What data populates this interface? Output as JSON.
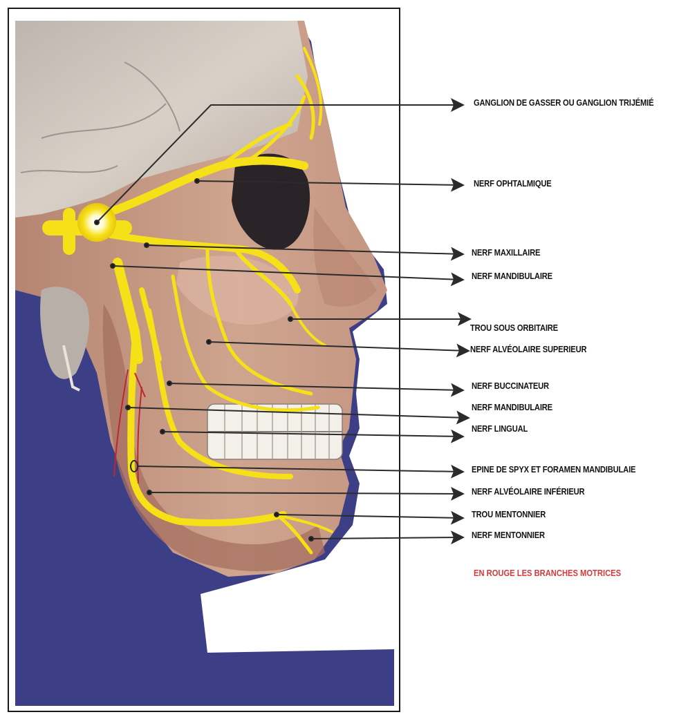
{
  "colors": {
    "skin": "#c99c86",
    "background_panel": "#3c3f86",
    "skull": "#cfc6bd",
    "nerve": "#f6e018",
    "motor_branch": "#c0262d",
    "label_text": "#141414",
    "note_text": "#d43a3a"
  },
  "icons": {
    "arrow": "arrow-right-icon",
    "pointer_dot": "pointer-dot-icon"
  },
  "labels": [
    {
      "key": "ganglion",
      "text": "GANGLION DE GASSER  OU GANGLION TRIJÉMIÉ"
    },
    {
      "key": "ophtalmique",
      "text": "NERF OPHTALMIQUE"
    },
    {
      "key": "maxillaire",
      "text": "NERF MAXILLAIRE"
    },
    {
      "key": "mandibulaire_1",
      "text": "NERF MANDIBULAIRE"
    },
    {
      "key": "trou_sous_orbitaire",
      "text": "TROU SOUS ORBITAIRE"
    },
    {
      "key": "alveolaire_superieur",
      "text": "NERF ALVÉOLAIRE SUPERIEUR"
    },
    {
      "key": "buccinateur",
      "text": "NERF BUCCINATEUR"
    },
    {
      "key": "mandibulaire_2",
      "text": "NERF MANDIBULAIRE"
    },
    {
      "key": "lingual",
      "text": "NERF LINGUAL"
    },
    {
      "key": "epine_spyx",
      "text": "EPINE DE SPYX ET FORAMEN MANDIBULAIE"
    },
    {
      "key": "alveolaire_inferieur",
      "text": "NERF ALVÉOLAIRE INFÉRIEUR"
    },
    {
      "key": "trou_mentonnier",
      "text": "TROU MENTONNIER"
    },
    {
      "key": "nerf_mentonnier",
      "text": "NERF MENTONNIER"
    }
  ],
  "note": {
    "text": "EN ROUGE LES BRANCHES MOTRICES"
  }
}
